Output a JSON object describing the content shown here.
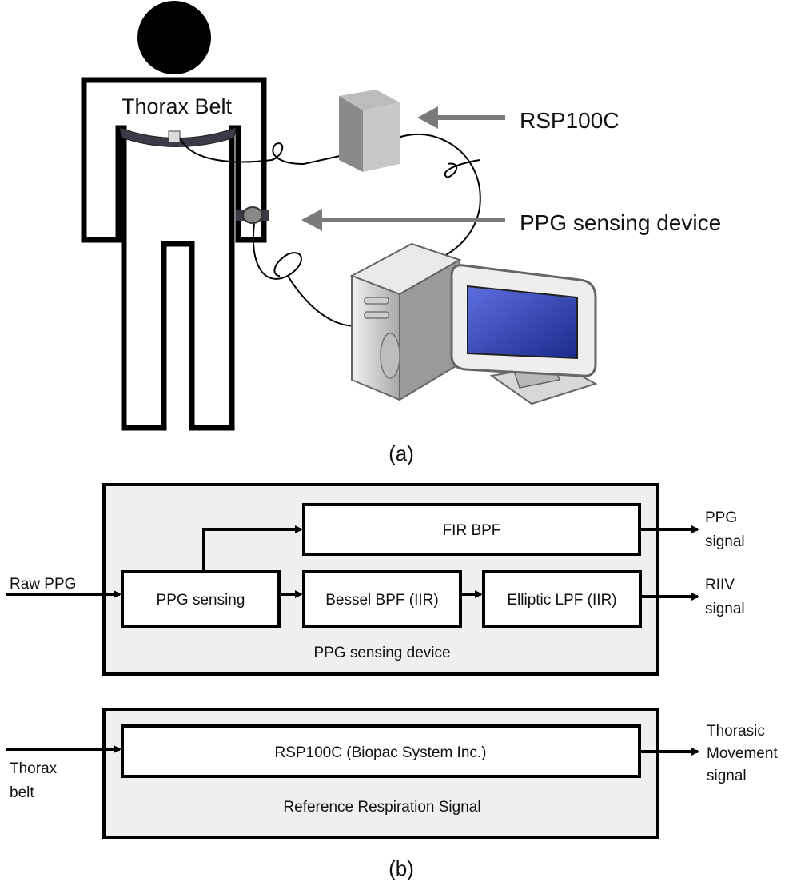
{
  "panel_a": {
    "caption": "(a)",
    "labels": {
      "thorax_belt": "Thorax Belt",
      "rsp100c": "RSP100C",
      "ppg_device": "PPG sensing device"
    },
    "icons": [
      "person-figure-icon",
      "rsp100c-box-icon",
      "wrist-sensor-icon",
      "computer-tower-icon",
      "monitor-icon"
    ]
  },
  "panel_b": {
    "caption": "(b)",
    "ppg_block": {
      "title": "PPG sensing device",
      "input": "Raw PPG",
      "ppg_sensing": "PPG sensing",
      "fir_bpf": "FIR BPF",
      "bessel_bpf": "Bessel BPF (IIR)",
      "elliptic_lpf": "Elliptic LPF (IIR)",
      "output_ppg_1": "PPG",
      "output_ppg_2": "signal",
      "output_riiv_1": "RIIV",
      "output_riiv_2": "signal"
    },
    "ref_block": {
      "title": "Reference Respiration Signal",
      "input_1": "Thorax",
      "input_2": "belt",
      "rsp_box": "RSP100C (Biopac System Inc.)",
      "output_1": "Thorasic",
      "output_2": "Movement",
      "output_3": "signal"
    }
  },
  "colors": {
    "block_fill": "#efefef",
    "arrow_gray": "#7a7a7a",
    "screen_blue": "#2a3aa8"
  }
}
